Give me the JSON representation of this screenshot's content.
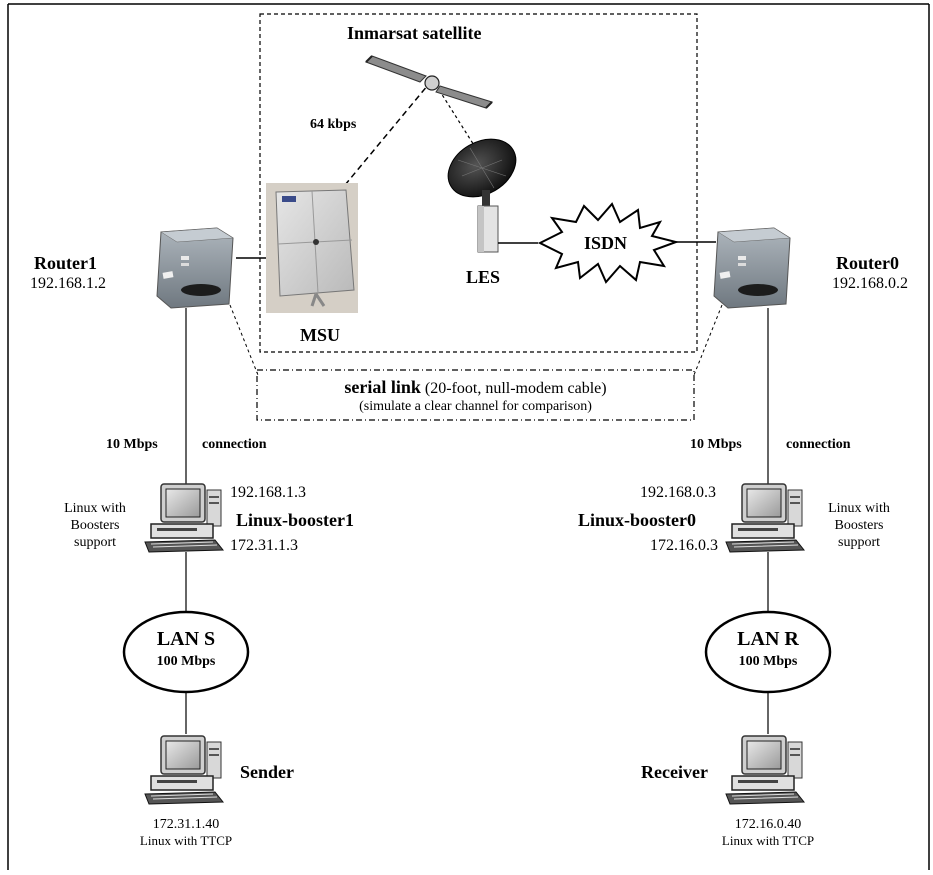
{
  "satellite": {
    "label": "Inmarsat satellite",
    "rate": "64 kbps"
  },
  "msu": {
    "label": "MSU"
  },
  "les": {
    "label": "LES"
  },
  "isdn": {
    "label": "ISDN"
  },
  "router1": {
    "name": "Router1",
    "ip": "192.168.1.2"
  },
  "router0": {
    "name": "Router0",
    "ip": "192.168.0.2"
  },
  "serial_link": {
    "title": "serial link",
    "detail": "(20-foot, null-modem cable)",
    "note": "(simulate a clear channel for comparison)"
  },
  "left": {
    "link_rate": "10 Mbps",
    "link_word": "connection",
    "booster": {
      "name": "Linux-booster1",
      "ip_top": "192.168.1.3",
      "ip_bottom": "172.31.1.3",
      "note": [
        "Linux with",
        "Boosters",
        "support"
      ]
    },
    "lan": {
      "name": "LAN S",
      "rate": "100 Mbps"
    },
    "host": {
      "name": "Sender",
      "ip": "172.31.1.40",
      "desc": "Linux with TTCP"
    }
  },
  "right": {
    "link_rate": "10 Mbps",
    "link_word": "connection",
    "booster": {
      "name": "Linux-booster0",
      "ip_top": "192.168.0.3",
      "ip_bottom": "172.16.0.3",
      "note": [
        "Linux with",
        "Boosters",
        "support"
      ]
    },
    "lan": {
      "name": "LAN R",
      "rate": "100 Mbps"
    },
    "host": {
      "name": "Receiver",
      "ip": "172.16.0.40",
      "desc": "Linux with TTCP"
    }
  }
}
